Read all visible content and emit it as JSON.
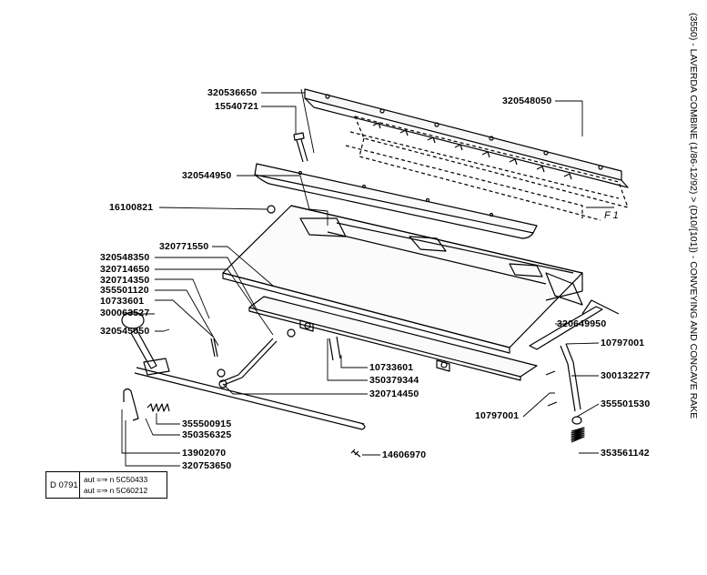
{
  "title": "(3550) - LAVERDA COMBINE (1/86-12/92) > (D10/[101]) - CONVEYING AND CONCAVE RAKE",
  "figure_ref": "F 1",
  "drawing_code": "D 0791",
  "notes": [
    "aut =⇒ n 5C50433",
    "aut =⇒ n 5C60212"
  ],
  "parts": [
    "320536650",
    "15540721",
    "320548050",
    "320544950",
    "16100821",
    "320771550",
    "320548350",
    "320714650",
    "320714350",
    "355501120",
    "10733601",
    "300063527",
    "320545050",
    "10733601",
    "350379344",
    "320714450",
    "320649950",
    "10797001",
    "300132277",
    "10797001",
    "355501530",
    "355500915",
    "350356325",
    "13902070",
    "320753650",
    "14606970",
    "353561142"
  ]
}
